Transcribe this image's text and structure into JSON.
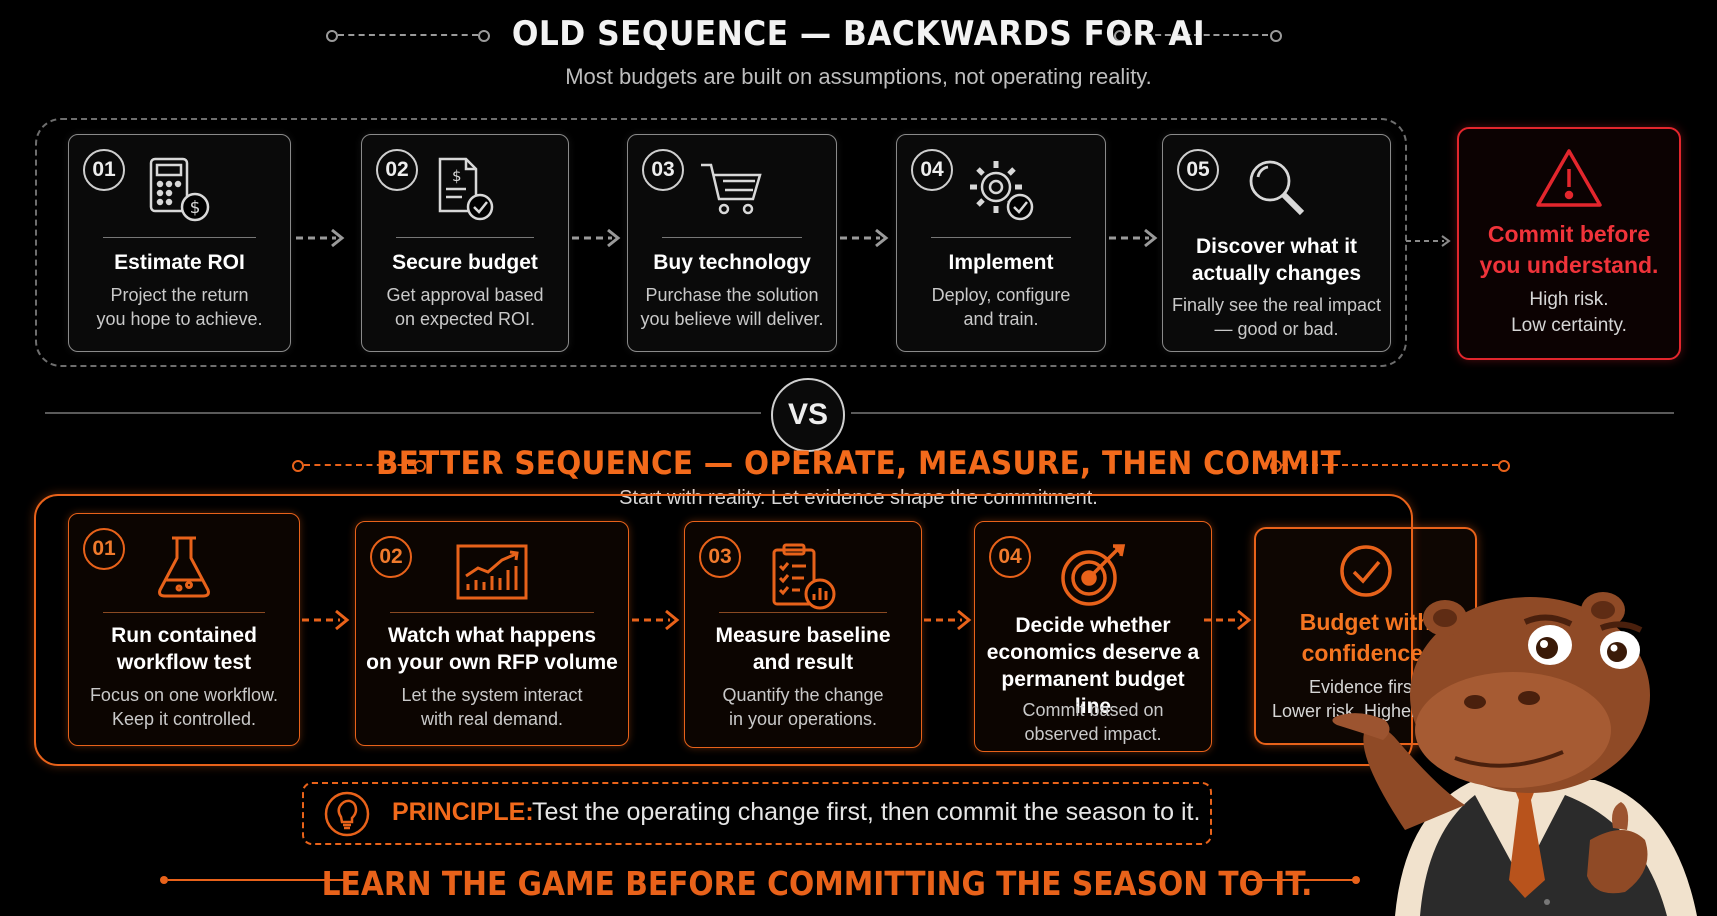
{
  "old": {
    "title": "OLD SEQUENCE — BACKWARDS FOR AI",
    "subtitle": "Most budgets are built on assumptions, not operating reality.",
    "steps": [
      {
        "num": "01",
        "icon": "calculator-dollar-icon",
        "title": "Estimate ROI",
        "desc": [
          "Project the return",
          "you hope to achieve."
        ]
      },
      {
        "num": "02",
        "icon": "budget-document-check-icon",
        "title": "Secure budget",
        "desc": [
          "Get approval based",
          "on expected ROI."
        ]
      },
      {
        "num": "03",
        "icon": "shopping-cart-icon",
        "title": "Buy technology",
        "desc": [
          "Purchase the solution",
          "you believe will deliver."
        ]
      },
      {
        "num": "04",
        "icon": "gear-check-icon",
        "title": "Implement",
        "desc": [
          "Deploy, configure",
          "and train."
        ]
      },
      {
        "num": "05",
        "icon": "magnifier-icon",
        "title": [
          "Discover what it",
          "actually changes"
        ],
        "desc": [
          "Finally see the real impact",
          "— good or bad."
        ]
      }
    ],
    "result": {
      "icon": "warning-triangle-icon",
      "title": [
        "Commit before",
        "you understand."
      ],
      "desc": [
        "High risk.",
        "Low certainty."
      ]
    }
  },
  "vs": "VS",
  "new": {
    "title": "BETTER SEQUENCE — OPERATE, MEASURE, THEN COMMIT",
    "subtitle": "Start with reality. Let evidence shape the commitment.",
    "steps": [
      {
        "num": "01",
        "icon": "flask-icon",
        "title": [
          "Run contained",
          "workflow test"
        ],
        "desc": [
          "Focus on one workflow.",
          "Keep it controlled."
        ]
      },
      {
        "num": "02",
        "icon": "chart-up-icon",
        "title": [
          "Watch what happens",
          "on your own RFP volume"
        ],
        "desc": [
          "Let the system interact",
          "with real demand."
        ]
      },
      {
        "num": "03",
        "icon": "clipboard-chart-icon",
        "title": [
          "Measure baseline",
          "and result"
        ],
        "desc": [
          "Quantify the change",
          "in your operations."
        ]
      },
      {
        "num": "04",
        "icon": "target-arrow-icon",
        "title": [
          "Decide whether",
          "economics deserve a",
          "permanent budget line"
        ],
        "desc": [
          "Commit based on",
          "observed impact."
        ]
      }
    ],
    "result": {
      "icon": "check-circle-icon",
      "title": [
        "Budget with",
        "confidence."
      ],
      "desc": [
        "Evidence first.",
        "Lower risk. Higher ROI."
      ]
    }
  },
  "principle": {
    "icon": "lightbulb-icon",
    "label": "PRINCIPLE:",
    "text": "Test the operating change first, then commit the season to it."
  },
  "tagline": "LEARN THE GAME BEFORE COMMITTING THE SEASON TO IT.",
  "mascot": {
    "icon": "hippo-mascot-pointing"
  },
  "colors": {
    "accent": "#e8621a",
    "risk": "#e3262d",
    "neutral": "#8a8a8a",
    "background": "#000000"
  }
}
